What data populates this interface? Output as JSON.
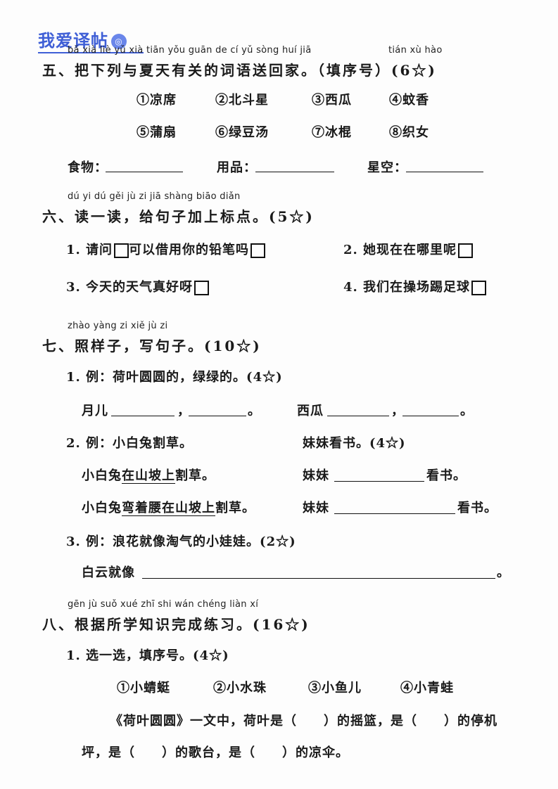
{
  "watermark": "我爱译帖",
  "s5": {
    "pinyin": "bǎ xià liè yǔ xià tiān yǒu guān de cí yǔ sòng huí jiā",
    "pinyin2": "tián xù hào",
    "title": "五、把下列与夏天有关的词语送回家。（填序号）(6☆)",
    "row1": [
      "①凉席",
      "②北斗星",
      "③西瓜",
      "④蚊香"
    ],
    "row2": [
      "⑤蒲扇",
      "⑥绿豆汤",
      "⑦冰棍",
      "⑧织女"
    ],
    "cats": [
      "食物：",
      "用品：",
      "星空："
    ]
  },
  "s6": {
    "pinyin": "dú yi dú gěi jù zi jiā shàng biāo diǎn",
    "title": "六、读一读，给句子加上标点。(5☆)",
    "q1": "1. 请问",
    "q1b": "可以借用你的铅笔吗",
    "q2": "2. 她现在在哪里呢",
    "q3": "3. 今天的天气真好呀",
    "q4": "4. 我们在操场踢足球"
  },
  "s7": {
    "pinyin": "zhào yàng zi xiě jù zi",
    "title": "七、照样子，写句子。(10☆)",
    "ex1": "1. 例：荷叶圆圆的，绿绿的。(4☆)",
    "ex1_a": "月儿",
    "ex1_b": "西瓜",
    "comma": "，",
    "period": "。",
    "ex2": "2. 例：小白兔割草。",
    "ex2_right": "妹妹看书。(4☆)",
    "ex2_l1_pre": "小白兔",
    "ex2_l1_u": "在山坡上",
    "ex2_l1_post": "割草。",
    "ex2_r_pre": "妹妹",
    "ex2_r_post": "看书。",
    "ex2_l2_pre": "小白兔",
    "ex2_l2_u": "弯着腰在山坡上",
    "ex2_l2_post": "割草。",
    "ex3": "3. 例：浪花就像淘气的小娃娃。(2☆)",
    "ex3_a": "白云就像"
  },
  "s8": {
    "pinyin": "gēn jù suǒ xué zhī shi wán chéng liàn xí",
    "title": "八、根据所学知识完成练习。(16☆)",
    "q1": "1. 选一选，填序号。(4☆)",
    "opts": [
      "①小蜻蜓",
      "②小水珠",
      "③小鱼儿",
      "④小青蛙"
    ],
    "p1": "《荷叶圆圆》一文中，荷叶是（　　）的摇篮，是（　　）的停机",
    "p2": "坪，是（　　）的歌台，是（　　）的凉伞。"
  }
}
